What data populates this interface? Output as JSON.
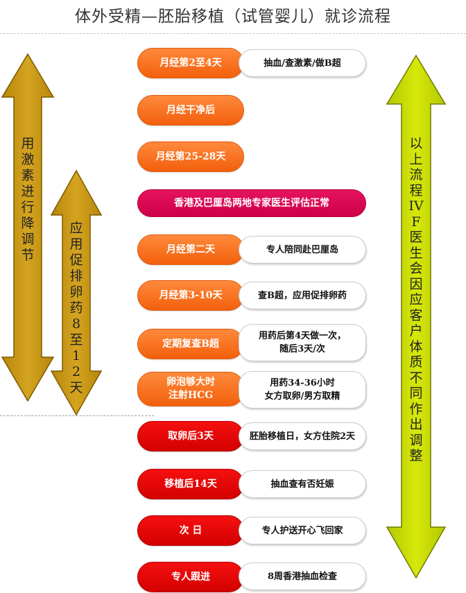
{
  "title": "体外受精—胚胎移植（试管婴儿）就诊流程",
  "left_arrows": {
    "outer": "用激素进行降调节",
    "inner": "应用促排卵药8至12天"
  },
  "right_arrow": "以上流程IVF医生会因应客户体质不同作出调整",
  "colors": {
    "orange": "#f2600c",
    "red": "#d30000",
    "pink": "#cc0048",
    "gold_arrow": "#c99a12",
    "yellow_arrow": "#c8dc00"
  },
  "steps": [
    {
      "label": "月经第2至4天",
      "note": "抽血/查激素/做B超"
    },
    {
      "label": "月经干净后",
      "note": ""
    },
    {
      "label": "月经第25-28天",
      "note": ""
    },
    {
      "label": "香港及巴厘岛两地专家医生评估正常",
      "note": ""
    },
    {
      "label": "月经第二天",
      "note": "专人陪同赴巴厘岛"
    },
    {
      "label": "月经第3-10天",
      "note": "查B超，应用促排卵药"
    },
    {
      "label": "定期复查B超",
      "note": "用药后第4天做一次，\n随后3天/次"
    },
    {
      "label": "卵泡够大时\n注射HCG",
      "note": "用药34-36小时\n女方取卵/男方取精"
    },
    {
      "label": "取卵后3天",
      "note": "胚胎移植日，女方住院2天"
    },
    {
      "label": "移植后14天",
      "note": "抽血查有否妊娠"
    },
    {
      "label": "次 日",
      "note": "专人护送开心飞回家"
    },
    {
      "label": "专人跟进",
      "note": "8周香港抽血检查"
    }
  ]
}
